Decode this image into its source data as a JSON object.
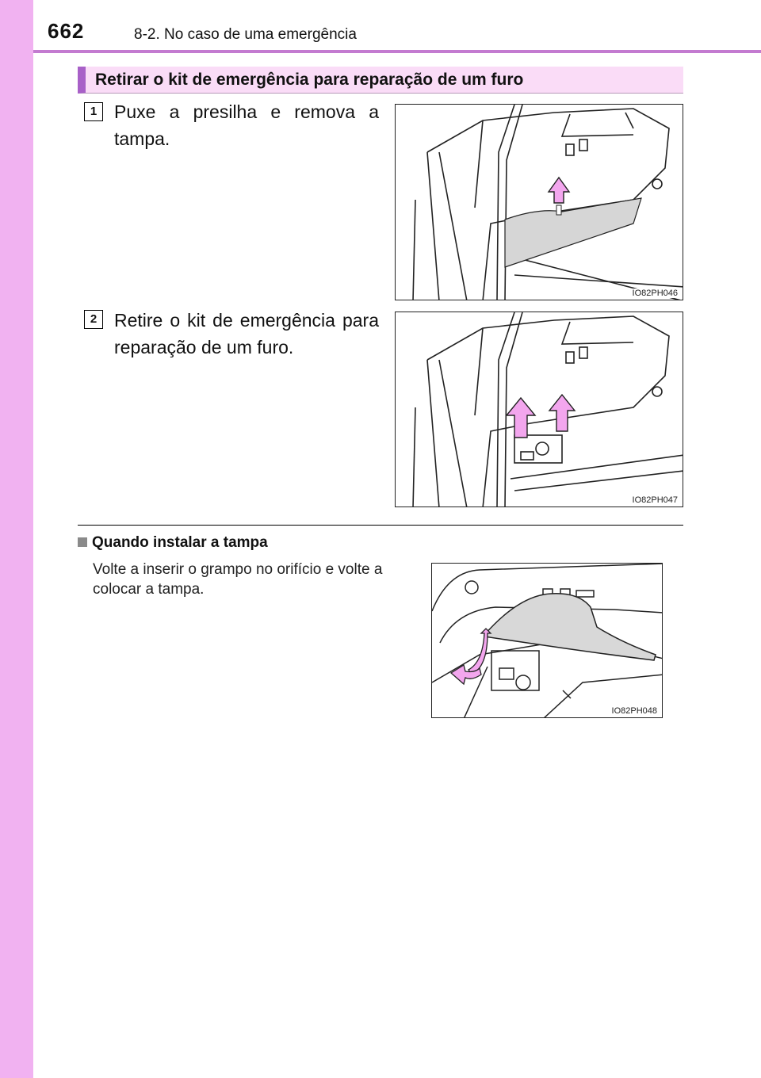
{
  "header": {
    "page_number": "662",
    "chapter": "8-2. No caso de uma emergência"
  },
  "section": {
    "title": "Retirar o kit de emergência para reparação de um furo"
  },
  "steps": [
    {
      "number": "1",
      "text": "Puxe a presilha e remova a tampa.",
      "figure_code": "IO82PH046"
    },
    {
      "number": "2",
      "text": "Retire o kit de emergência para reparação de um furo.",
      "figure_code": "IO82PH047"
    }
  ],
  "note": {
    "heading": "Quando instalar a tampa",
    "text": "Volte a inserir o grampo no orifício e volte a colocar a tampa.",
    "figure_code": "IO82PH048"
  },
  "colors": {
    "sidebar": "#f1b2f1",
    "header_rule": "#c37bd0",
    "title_bg": "#fadcf7",
    "title_accent": "#a860c8",
    "arrow": "#f3a6ee"
  }
}
